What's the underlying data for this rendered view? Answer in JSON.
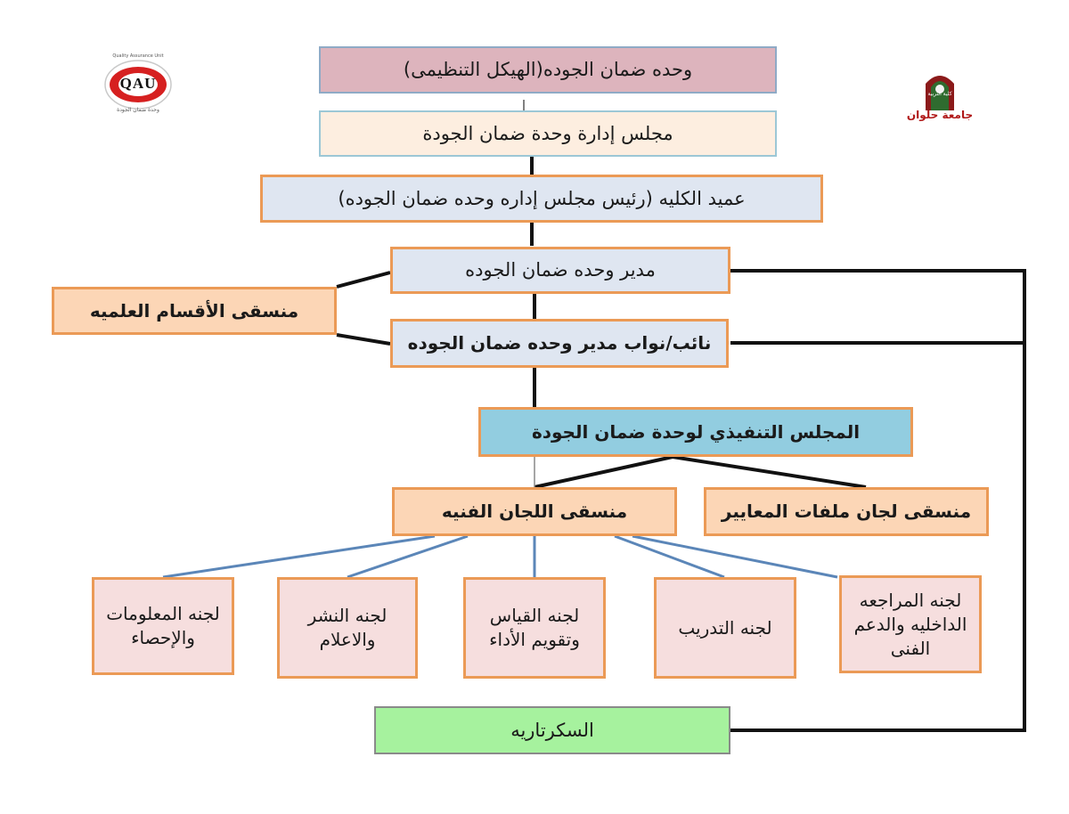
{
  "title": "وحده ضمان الجوده(الهيكل التنظيمى)",
  "board": "مجلس إدارة وحدة ضمان الجودة",
  "dean": "عميد الكليه (رئيس مجلس إداره وحده ضمان الجوده)",
  "director": "مدير وحده ضمان الجوده",
  "deputy": "نائب/نواب مدير وحده ضمان الجوده",
  "dept_coordinator": "منسقى الأقسام العلميه",
  "exec_council": "المجلس التنفيذي لوحدة ضمان الجودة",
  "tech_coordinator": "منسقى اللجان الفنيه",
  "standards_coordinator": "منسقى لجان ملفات المعايير",
  "committees": [
    "لجنه المعلومات والإحصاء",
    "لجنه النشر والاعلام",
    "لجنه القياس وتقويم الأداء",
    "لجنه التدريب",
    "لجنه المراجعه الداخليه والدعم الفنى"
  ],
  "secretariat": "السكرتاريه",
  "logo_left": {
    "text": "QAU",
    "caption_top": "Quality Assurance Unit",
    "caption_bottom": "وحدة ضمان الجودة"
  },
  "logo_right": {
    "text": "كلية التربية",
    "caption": "جامعة حلوان"
  },
  "colors": {
    "line_black": "#111111",
    "line_blue": "#5b86b8",
    "title_fill": "#ddb4bd",
    "exec_fill": "#92cde0",
    "secretariat_fill": "#a6f29e",
    "border_orange": "#eb9a56"
  }
}
